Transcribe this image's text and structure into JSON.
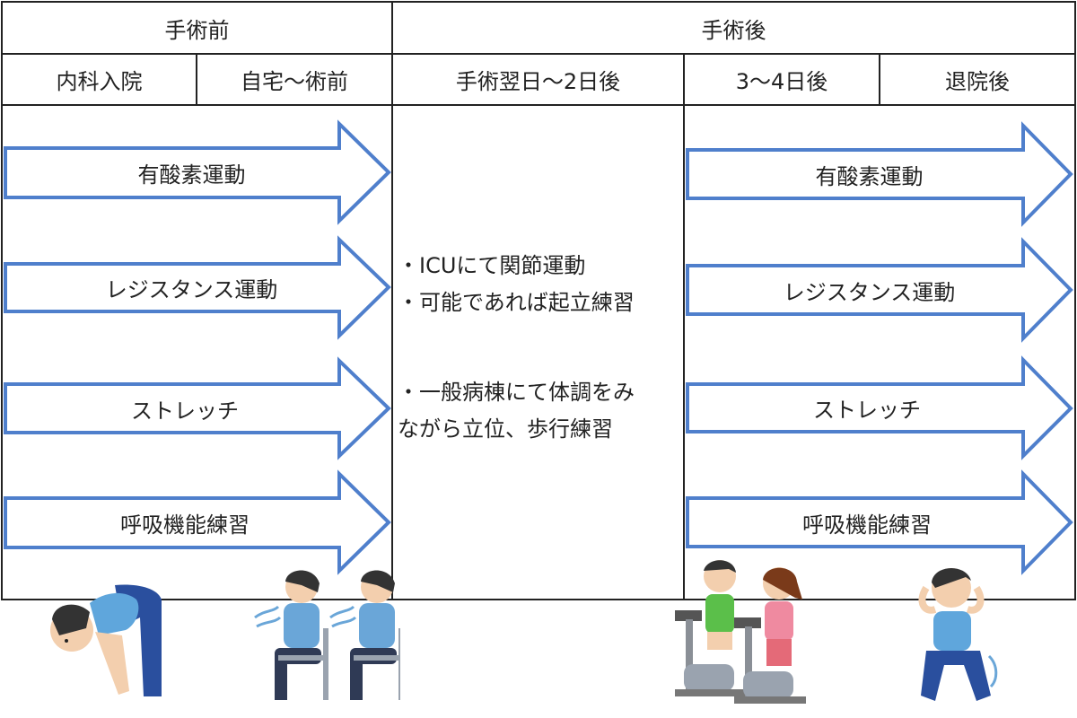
{
  "header": {
    "pre_op": "手術前",
    "post_op": "手術後"
  },
  "subheader": {
    "internal_admission": "内科入院",
    "home_to_pre_op": "自宅〜術前",
    "day_after_to_day2": "手術翌日〜2日後",
    "day3_to_4": "3〜4日後",
    "after_discharge": "退院後"
  },
  "left_arrows": [
    "有酸素運動",
    "レジスタンス運動",
    "ストレッチ",
    "呼吸機能練習"
  ],
  "right_arrows": [
    "有酸素運動",
    "レジスタンス運動",
    "ストレッチ",
    "呼吸機能練習"
  ],
  "middle_notes": {
    "line1": "・ICUにて関節運動",
    "line2": "・可能であれば起立練習",
    "line3": "・一般病棟にて体調をみ",
    "line4": "ながら立位、歩行練習"
  },
  "colors": {
    "arrow_stroke": "#4f7fcc",
    "grid_line": "#222222"
  },
  "illustrations": [
    "person-stretching-icon",
    "people-breathing-exercise-icon",
    "people-exercise-bike-icon",
    "person-squatting-icon"
  ]
}
